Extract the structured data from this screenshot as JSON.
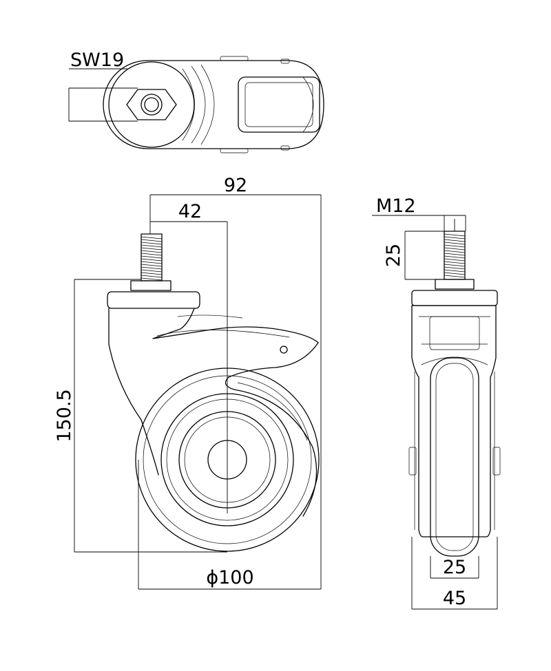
{
  "dimensions": {
    "wrench_size": "SW19",
    "overall_width": "92",
    "stem_offset": "42",
    "overall_height": "150.5",
    "wheel_diameter": "ϕ100",
    "thread_size": "M12",
    "thread_length": "25",
    "tread_width": "25",
    "overall_depth": "45"
  }
}
